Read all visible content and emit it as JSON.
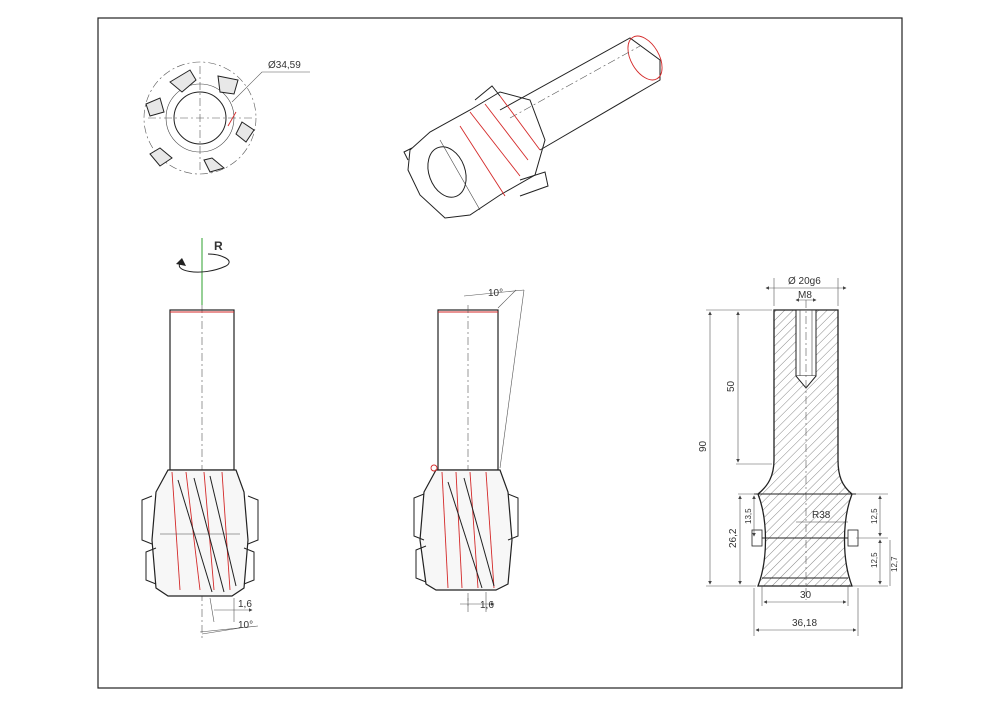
{
  "colors": {
    "outline": "#222222",
    "edge_highlight": "#d42a2a",
    "rotation_axis": "#2ca02c",
    "hatch": "#555555"
  },
  "end_view": {
    "diameter_label": "Ø34,59"
  },
  "front_view": {
    "rotation_label": "R",
    "dims": {
      "offset": "1,6",
      "angle": "10°"
    }
  },
  "side_view": {
    "dims": {
      "angle_top": "10°",
      "offset": "1,6"
    }
  },
  "section_view": {
    "dims": {
      "shank_diameter": "Ø 20g6",
      "thread": "M8",
      "shank_length": "50",
      "total_length": "90",
      "head_length": "26,2",
      "upper_band": "13,5",
      "radius": "R38",
      "right_upper": "12,5",
      "right_lower": "12,5",
      "right_total": "12,7",
      "neck_width": "30",
      "head_width": "36,18"
    }
  }
}
